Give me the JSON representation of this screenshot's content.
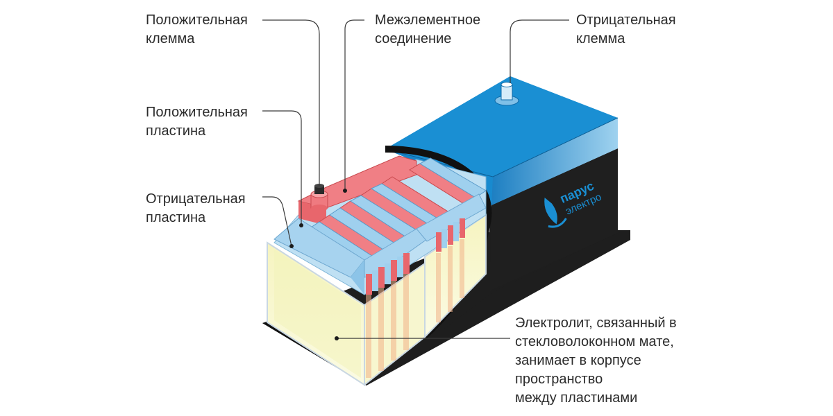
{
  "labels": {
    "positive_terminal": [
      "Положительная",
      "клемма"
    ],
    "intercell_connection": [
      "Межэлементное",
      "соединение"
    ],
    "negative_terminal": [
      "Отрицательная",
      "клемма"
    ],
    "positive_plate": [
      "Положительная",
      "пластина"
    ],
    "negative_plate": [
      "Отрицательная",
      "пластина"
    ],
    "electrolyte": [
      "Электролит, связанный в",
      "стекловолоконном мате,",
      "занимает в корпусе",
      "пространство",
      "между пластинами"
    ]
  },
  "brand": {
    "name": "парус",
    "sub": "электро"
  },
  "colors": {
    "lid_blue": "#1a8fd3",
    "lid_light": "#9fd2ef",
    "case_black": "#1e1e1e",
    "positive_red": "#f07f85",
    "positive_red_dark": "#d9534f",
    "negative_blue": "#9fd0ee",
    "electrolyte_yellow": "#f5f4c4",
    "leader_line": "#3a3a3a"
  }
}
